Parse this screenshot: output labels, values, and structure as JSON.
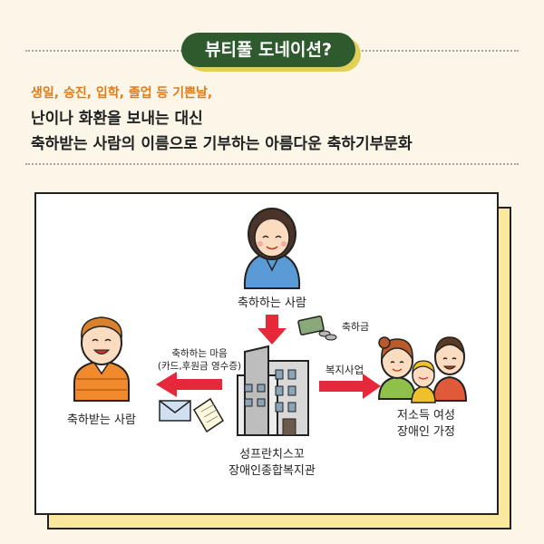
{
  "header": {
    "title": "뷰티풀 도네이션?",
    "subtitle": "생일, 승진, 입학, 졸업 등 기쁜날,",
    "line1": "난이나 화환을 보내는 대신",
    "line2": "축하받는 사람의 이름으로 기부하는 아름다운 축하기부문화"
  },
  "diagram": {
    "giver_label": "축하하는 사람",
    "money_label": "축하금",
    "receiver_label": "축하받는 사람",
    "message_line1": "축하하는 마음",
    "message_line2": "(카드,후원금 영수증)",
    "welfare_label": "복지사업",
    "org_line1": "성프란치스꼬",
    "org_line2": "장애인종합복지관",
    "beneficiary_line1": "저소득 여성",
    "beneficiary_line2": "장애인 가정"
  },
  "colors": {
    "title_bg": "#2e5a2e",
    "title_shadow": "#e2cf58",
    "subtitle_text": "#e07a1a",
    "arrow": "#e5283a",
    "card_shadow": "#fbe8a0"
  }
}
